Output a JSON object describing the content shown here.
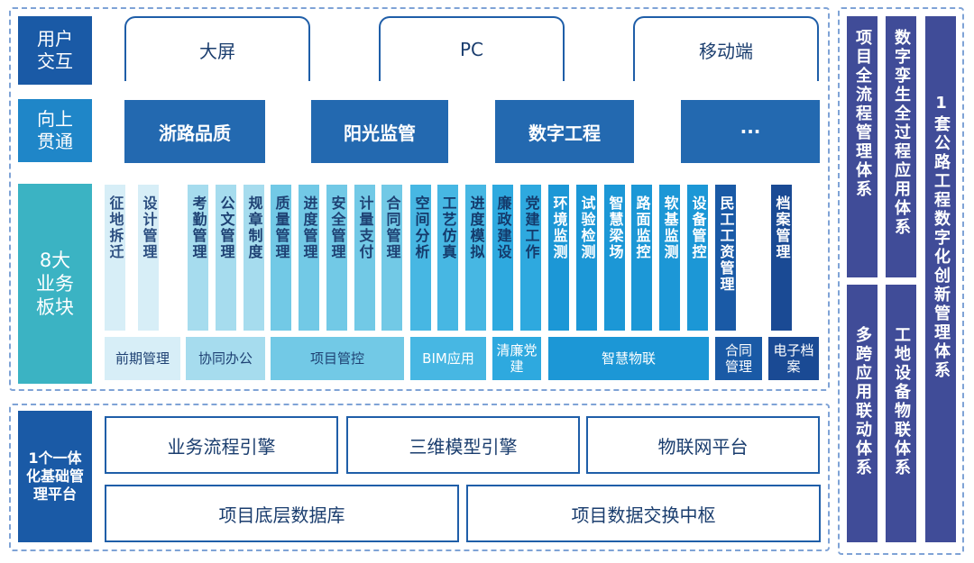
{
  "rows": {
    "interaction": "用户交互",
    "through": "向上贯通",
    "modules": "8大业务板块",
    "platform": "1个一体化基础管理平台"
  },
  "interaction_tabs": [
    "大屏",
    "PC",
    "移动端"
  ],
  "through_items": [
    "浙路品质",
    "阳光监管",
    "数字工程",
    "···"
  ],
  "columns": [
    "征地拆迁",
    "设计管理",
    "考勤管理",
    "公文管理",
    "规章制度",
    "质量管理",
    "进度管理",
    "安全管理",
    "计量支付",
    "合同管理",
    "空间分析",
    "工艺仿真",
    "进度模拟",
    "廉政建设",
    "党建工作",
    "环境监测",
    "试验检测",
    "智慧梁场",
    "路面监控",
    "软基监测",
    "设备管控",
    "民工工资管理",
    "档案管理"
  ],
  "categories": [
    "前期管理",
    "协同办公",
    "项目管控",
    "BIM应用",
    "清廉党建",
    "智慧物联",
    "合同管理",
    "电子档案"
  ],
  "platform_items": [
    "业务流程引擎",
    "三维模型引擎",
    "物联网平台",
    "项目底层数据库",
    "项目数据交换中枢"
  ],
  "right_systems": [
    "项目全流程管理体系",
    "数字孪生全过程应用体系",
    "多跨应用联动体系",
    "工地设备物联体系",
    "1套公路工程数字化创新管理体系"
  ],
  "colors": {
    "dark_blue": "#2369b0",
    "label_blue": "#1a5aa6",
    "teal": "#3bb3c3",
    "indigo": "#404c98",
    "pale": "#d7eef7"
  }
}
